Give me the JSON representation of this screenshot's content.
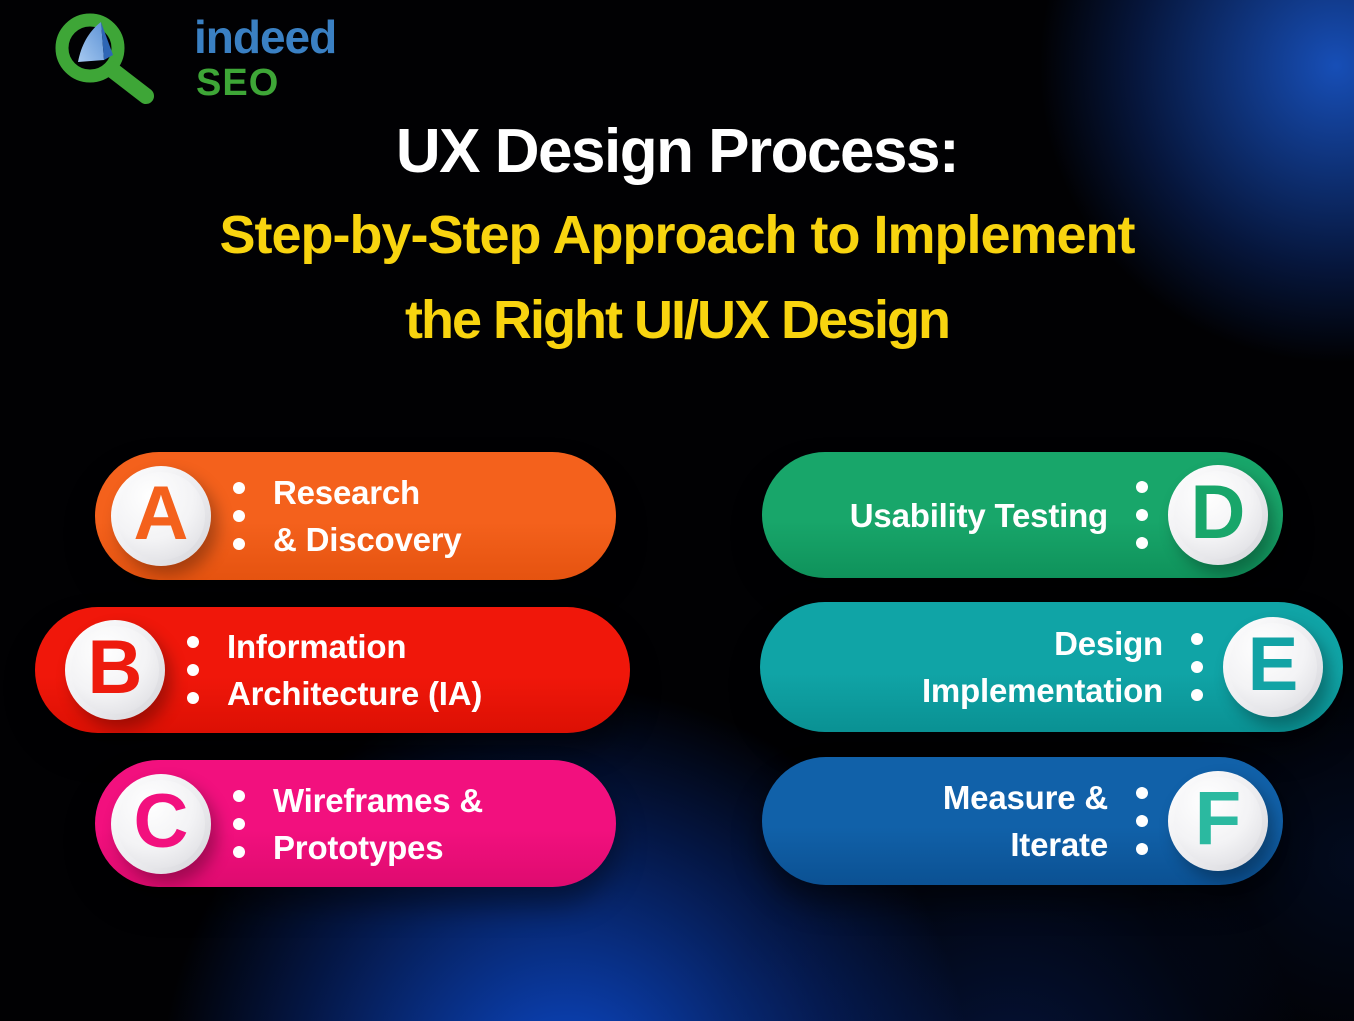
{
  "logo": {
    "word_top": "indeed",
    "word_bottom": "SEO",
    "word_top_color": "#3A80C3",
    "word_bottom_color": "#3EA637",
    "icon": "magnifier-with-cursor-icon",
    "icon_ring_color": "#3EA637",
    "icon_cursor_light": "#A6C9F0",
    "icon_cursor_dark": "#2E66B5"
  },
  "title": {
    "line1": "UX Design Process:",
    "line2": "Step-by-Step Approach to Implement",
    "line3": "the Right UI/UX Design",
    "line1_color": "#FFFFFF",
    "accent_color": "#F8D40F"
  },
  "steps": [
    {
      "letter": "A",
      "label_lines": [
        "Research",
        "& Discovery"
      ],
      "color": "#F4611C",
      "color_dark": "#E55310",
      "letter_color": "#F4611C"
    },
    {
      "letter": "B",
      "label_lines": [
        "Information",
        "Architecture (IA)"
      ],
      "color": "#F0170A",
      "color_dark": "#DC1004",
      "letter_color": "#EE1B0D"
    },
    {
      "letter": "C",
      "label_lines": [
        "Wireframes &",
        "Prototypes"
      ],
      "color": "#F2107E",
      "color_dark": "#DE0B6F",
      "letter_color": "#F2107E"
    },
    {
      "letter": "D",
      "label_lines": [
        "Usability Testing"
      ],
      "color": "#18A66A",
      "color_dark": "#0F925B",
      "letter_color": "#18A66A"
    },
    {
      "letter": "E",
      "label_lines": [
        "Design",
        "Implementation"
      ],
      "color": "#10A4A6",
      "color_dark": "#0A9193",
      "letter_color": "#12A3A5"
    },
    {
      "letter": "F",
      "label_lines": [
        "Measure &",
        "Iterate"
      ],
      "color": "#1161A9",
      "color_dark": "#0B5193",
      "letter_color": "#2BB9A0"
    }
  ],
  "background": {
    "base_color": "#010103",
    "glow_top_right": "#1B5CD6",
    "glow_bottom": "#0D4ED6"
  }
}
